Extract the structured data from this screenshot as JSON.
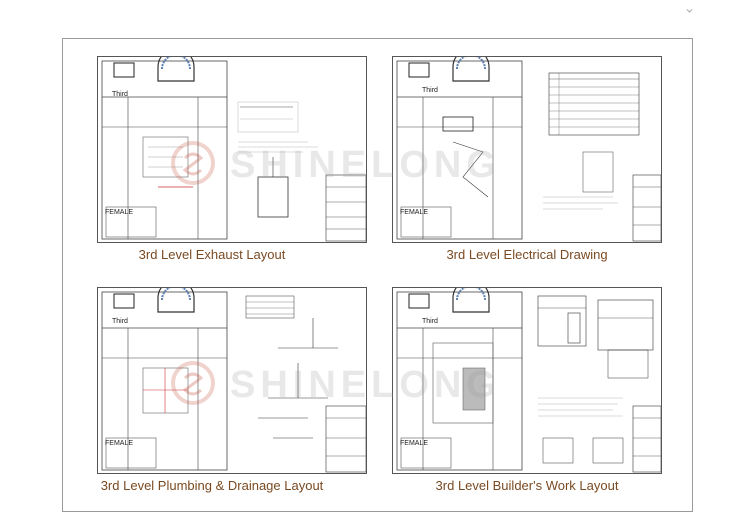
{
  "watermark": {
    "text": "SHINELONG"
  },
  "panels": [
    {
      "caption": "3rd Level Exhaust Layout",
      "room_label": "Third",
      "female_label": "FEMALE"
    },
    {
      "caption": "3rd Level Electrical Drawing",
      "room_label": "Third",
      "female_label": "FEMALE"
    },
    {
      "caption": "3rd Level Plumbing & Drainage Layout",
      "room_label": "Third",
      "female_label": "FEMALE"
    },
    {
      "caption": "3rd Level Builder's Work Layout",
      "room_label": "Third",
      "female_label": "FEMALE"
    }
  ]
}
